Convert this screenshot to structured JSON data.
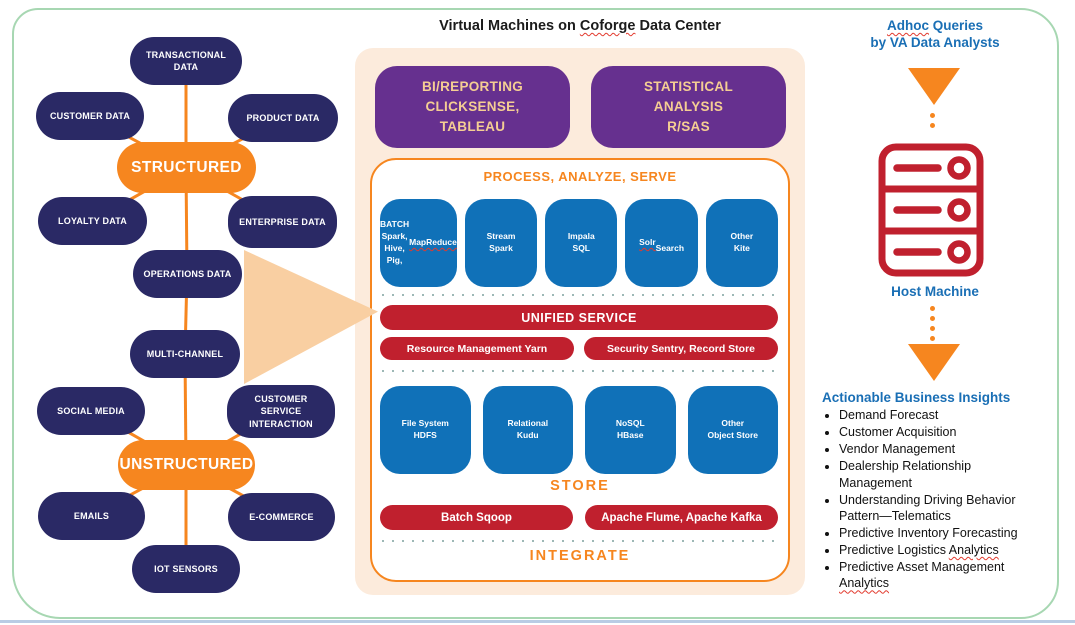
{
  "squiggle_words": [
    "Coforge",
    "Adhoc",
    "MapReduce",
    "Solr",
    "Analytics"
  ],
  "colors": {
    "navy": "#2A2965",
    "orange": "#F6861F",
    "peach_panel": "#FCEBDC",
    "peach_triangle": "#F9CFA2",
    "purple": "#66308F",
    "purple_text": "#F5CE93",
    "blue_box": "#1071B8",
    "red_bar": "#C0202E",
    "blue_text": "#1A6FB5",
    "green_border": "#A7D7B2"
  },
  "left_cluster": {
    "structured": {
      "hub": "STRUCTURED",
      "satellites": [
        "TRANSACTIONAL DATA",
        "CUSTOMER DATA",
        "PRODUCT DATA",
        "LOYALTY DATA",
        "ENTERPRISE DATA",
        "OPERATIONS DATA"
      ]
    },
    "unstructured": {
      "hub": "UNSTRUCTURED",
      "satellites": [
        "MULTI-CHANNEL",
        "SOCIAL MEDIA",
        "CUSTOMER SERVICE INTERACTION",
        "EMAILS",
        "E-COMMERCE",
        "IOT SENSORS"
      ]
    }
  },
  "center_panel": {
    "title": "Virtual Machines on Coforge Data Center",
    "analytics_boxes": [
      "BI/REPORTING\nCLICKSENSE,\nTABLEAU",
      "STATISTICAL\nANALYSIS\nR/SAS"
    ],
    "process_layer": {
      "heading": "PROCESS, ANALYZE, SERVE",
      "engines": [
        "BATCH\nSpark,\nHive, Pig,\nMapReduce",
        "Stream\nSpark",
        "Impala\nSQL",
        "Solr\nSearch",
        "Other\nKite"
      ],
      "unified_service": "UNIFIED SERVICE",
      "services": [
        "Resource Management Yarn",
        "Security Sentry, Record Store"
      ]
    },
    "store_layer": {
      "heading": "STORE",
      "stores": [
        "File System\nHDFS",
        "Relational\nKudu",
        "NoSQL\nHBase",
        "Other\nObject Store"
      ]
    },
    "integrate_layer": {
      "heading": "INTEGRATE",
      "tools": [
        "Batch Sqoop",
        "Apache Flume, Apache Kafka"
      ]
    }
  },
  "right_panel": {
    "top_label": "Adhoc Queries\nby VA Data Analysts",
    "host_label": "Host Machine",
    "insights_heading": "Actionable Business Insights",
    "insights": [
      "Demand Forecast",
      "Customer Acquisition",
      "Vendor Management",
      "Dealership Relationship\nManagement",
      "Understanding Driving Behavior\nPattern—Telematics",
      "Predictive Inventory Forecasting",
      "Predictive Logistics Analytics",
      "Predictive Asset Management\nAnalytics"
    ]
  }
}
